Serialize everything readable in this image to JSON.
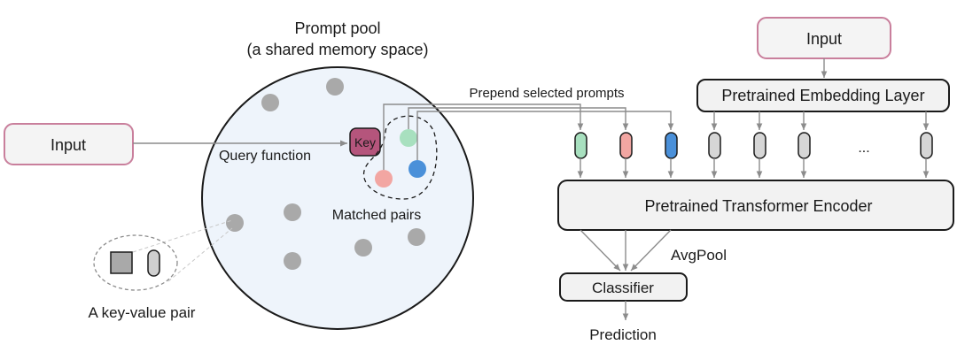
{
  "pool": {
    "title": "Prompt pool",
    "subtitle": "(a shared memory space)",
    "query_label": "Query function",
    "key_label": "Key",
    "matched_label": "Matched pairs"
  },
  "left_input": {
    "label": "Input"
  },
  "kv_pair": {
    "label": "A key-value pair"
  },
  "prepend_label": "Prepend selected prompts",
  "right_input": {
    "label": "Input"
  },
  "embedding": {
    "label": "Pretrained Embedding Layer"
  },
  "ellipsis": "...",
  "encoder": {
    "label": "Pretrained Transformer Encoder"
  },
  "avgpool_label": "AvgPool",
  "classifier": {
    "label": "Classifier"
  },
  "prediction_label": "Prediction",
  "colors": {
    "pool_fill": "#eef4fb",
    "input_border": "#c97f9c",
    "key_fill": "#b5557c",
    "prompt_green": "#a8e0bf",
    "prompt_pink": "#f2a6a2",
    "prompt_blue": "#4a90d9",
    "token_gray": "#d6d6d6",
    "box_fill": "#f2f2f2"
  }
}
